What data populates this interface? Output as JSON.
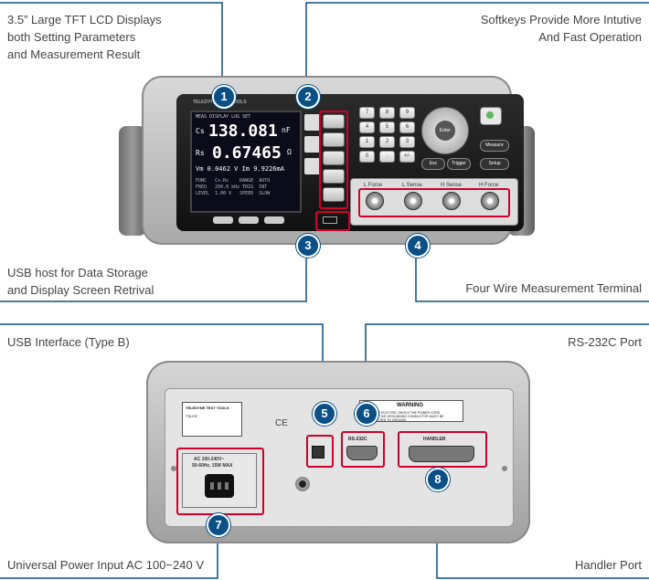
{
  "captions": {
    "c1": "3.5” Large TFT LCD Displays both Setting Parameters and Measurement Result",
    "c1_lines": [
      "3.5” Large TFT LCD Displays",
      "both Setting Parameters",
      "and Measurement Result"
    ],
    "c2_lines": [
      "Softkeys Provide More Intutive",
      "And Fast Operation"
    ],
    "c3_lines": [
      "USB host for Data Storage",
      "and Display Screen Retrival"
    ],
    "c4_lines": [
      "Four Wire Measurement Terminal"
    ],
    "c5_lines": [
      "USB Interface (Type B)"
    ],
    "c6_lines": [
      "RS-232C Port"
    ],
    "c7_lines": [
      "Universal Power Input AC 100−240 V"
    ],
    "c8_lines": [
      "Handler Port"
    ]
  },
  "badges": [
    "1",
    "2",
    "3",
    "4",
    "5",
    "6",
    "7",
    "8"
  ],
  "front": {
    "brand": "TELEDYNE TEST TOOLS",
    "lcd": {
      "tabs": "MEAS DISPLAY    LOG    SET",
      "p1_label": "Cs",
      "p1_value": "138.081",
      "p1_unit": "nF",
      "p2_label": "Rs",
      "p2_value": "0.67465",
      "p2_unit": "Ω",
      "p3": "Vm  0.0462 V  Im  9.9226mA",
      "params": "FUNC   Cs-Rs    RANGE  AUTO\nFREQ   250.0 kHz TRIG  INT\nLEVEL  1.00 V   SPEED  SLOW"
    },
    "keys": [
      "7",
      "8",
      "9",
      "4",
      "5",
      "6",
      "1",
      "2",
      "3",
      "0",
      ".",
      "+/-"
    ],
    "enter_label": "Enter",
    "esc_label": "Esc",
    "trigger_label": "Trigger",
    "measure_label": "Measure",
    "setup_label": "Setup",
    "terminals": [
      "L Force",
      "L Sense",
      "H Sense",
      "H Force"
    ]
  },
  "back": {
    "plate_lines": [
      "TELEDYNE TEST TOOLS",
      "T3LCR"
    ],
    "warning_title": "WARNING",
    "warning_body": "TO AVOID ELECTRIC SHOCK THE POWER CORD PROTECTIVE GROUNDING CONDUCTOR MUST BE CONNECTED TO GROUND",
    "ce": "CE",
    "rs232_label": "RS-232C",
    "handler_label": "HANDLER",
    "power_line1": "AC 100-240V~",
    "power_line2": "50-60Hz, 15W MAX"
  },
  "colors": {
    "badge": "#0a4f86",
    "leader_line": "#0a4f86",
    "highlight": "#d1002b"
  }
}
